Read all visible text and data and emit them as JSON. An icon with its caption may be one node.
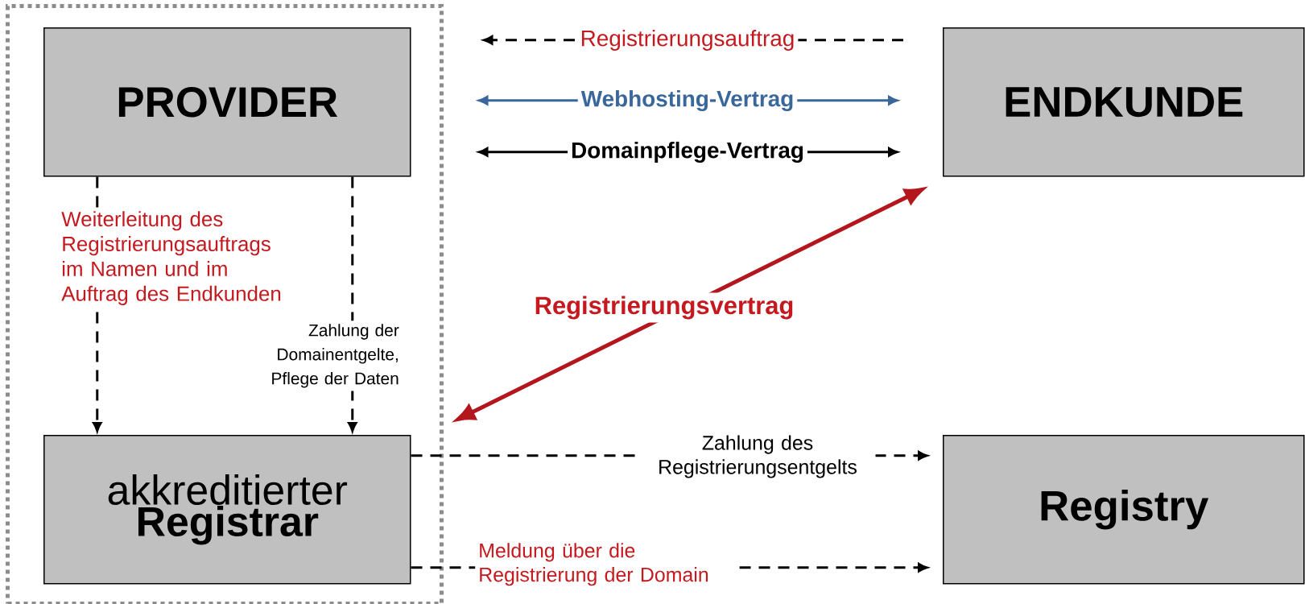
{
  "diagram": {
    "nodes": [
      {
        "text": [],
        "shape": "box"
      },
      {
        "text": [
          "PROVIDER"
        ],
        "in": 0
      },
      {
        "text": [
          "ENDKUNDE"
        ]
      },
      {
        "text": [
          "akkreditierter",
          "Registrar"
        ],
        "in": 0
      },
      {
        "text": [
          "Registry"
        ]
      }
    ],
    "edges": [
      {
        "from": 2,
        "to": 1,
        "arrow": "to",
        "style": "dashed",
        "label": "Registrierungsauftrag"
      },
      {
        "from": 1,
        "to": 2,
        "arrow": "both",
        "color": "#3a679b",
        "label": "Webhosting-Vertrag"
      },
      {
        "from": 1,
        "to": 2,
        "arrow": "both",
        "label": "Domainpflege-Vertrag"
      },
      {
        "from": 0,
        "to": 2,
        "arrow": "both",
        "color": "#b3161c",
        "label": "Registrierungsvertrag"
      },
      {
        "from": 1,
        "to": 3,
        "arrow": "to",
        "style": "dashed",
        "label": "Weiterleitung des Registrierungsauftrags im Namen und im Auftrag des Endkunden"
      },
      {
        "from": 1,
        "to": 3,
        "arrow": "to",
        "style": "dashed",
        "label": "Zahlung der Domainentgelte, Pflege der Daten"
      },
      {
        "from": 3,
        "to": 4,
        "arrow": "to",
        "style": "dashed",
        "label": "Zahlung des Registrierungsentgelts"
      },
      {
        "from": 3,
        "to": 4,
        "arrow": "to",
        "style": "dashed",
        "label": "Meldung über die Registrierung der Domain"
      }
    ]
  }
}
